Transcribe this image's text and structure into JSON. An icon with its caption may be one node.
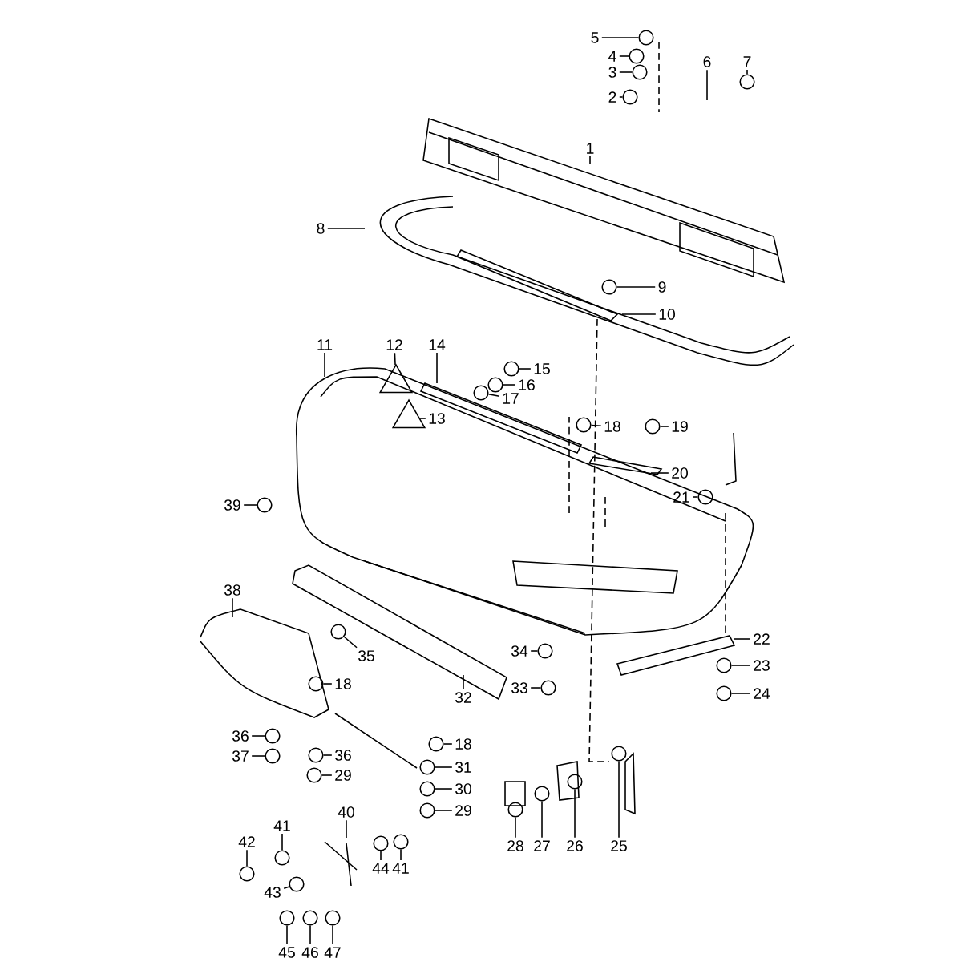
{
  "diagram": {
    "nodes": [
      {
        "text": [
          "1"
        ]
      },
      {
        "text": [
          "2"
        ]
      },
      {
        "text": [
          "3"
        ]
      },
      {
        "text": [
          "4"
        ]
      },
      {
        "text": [
          "5"
        ]
      },
      {
        "text": [
          "6"
        ]
      },
      {
        "text": [
          "7"
        ]
      },
      {
        "text": [
          "8"
        ]
      },
      {
        "text": [
          "9"
        ]
      },
      {
        "text": [
          "10"
        ]
      },
      {
        "text": [
          "11"
        ]
      },
      {
        "text": [
          "12"
        ]
      },
      {
        "text": [
          "13"
        ]
      },
      {
        "text": [
          "14"
        ]
      },
      {
        "text": [
          "15"
        ]
      },
      {
        "text": [
          "16"
        ]
      },
      {
        "text": [
          "17"
        ]
      },
      {
        "text": [
          "18"
        ]
      },
      {
        "text": [
          "19"
        ]
      },
      {
        "text": [
          "20"
        ]
      },
      {
        "text": [
          "21"
        ]
      },
      {
        "text": [
          "39"
        ]
      },
      {
        "text": [
          "38"
        ]
      },
      {
        "text": [
          "35"
        ]
      },
      {
        "text": [
          "22"
        ]
      },
      {
        "text": [
          "34"
        ]
      },
      {
        "text": [
          "23"
        ]
      },
      {
        "text": [
          "18"
        ]
      },
      {
        "text": [
          "32"
        ]
      },
      {
        "text": [
          "33"
        ]
      },
      {
        "text": [
          "24"
        ]
      },
      {
        "text": [
          "36"
        ]
      },
      {
        "text": [
          "18"
        ]
      },
      {
        "text": [
          "37"
        ]
      },
      {
        "text": [
          "36"
        ]
      },
      {
        "text": [
          "31"
        ]
      },
      {
        "text": [
          "29"
        ]
      },
      {
        "text": [
          "30"
        ]
      },
      {
        "text": [
          "29"
        ]
      },
      {
        "text": [
          "40"
        ]
      },
      {
        "text": [
          "41"
        ]
      },
      {
        "text": [
          "42"
        ]
      },
      {
        "text": [
          "44"
        ]
      },
      {
        "text": [
          "41"
        ]
      },
      {
        "text": [
          "28"
        ]
      },
      {
        "text": [
          "27"
        ]
      },
      {
        "text": [
          "26"
        ]
      },
      {
        "text": [
          "25"
        ]
      },
      {
        "text": [
          "43"
        ]
      },
      {
        "text": [
          "45"
        ]
      },
      {
        "text": [
          "46"
        ]
      },
      {
        "text": [
          "47"
        ]
      },
      {
        "text": [],
        "shape": "circle"
      },
      {
        "text": [],
        "shape": "circle"
      },
      {
        "text": [],
        "shape": "circle"
      },
      {
        "text": [],
        "shape": "circle"
      },
      {
        "text": [],
        "shape": "circle"
      },
      {
        "text": [],
        "shape": "circle"
      },
      {
        "text": [],
        "shape": "triangle"
      },
      {
        "text": [],
        "shape": "triangle"
      },
      {
        "text": [],
        "shape": "circle"
      },
      {
        "text": [],
        "shape": "circle"
      },
      {
        "text": [],
        "shape": "circle"
      },
      {
        "text": [],
        "shape": "circle"
      },
      {
        "text": [],
        "shape": "circle"
      },
      {
        "text": [],
        "shape": "circle"
      },
      {
        "text": [],
        "shape": "circle"
      },
      {
        "text": [],
        "shape": "circle"
      },
      {
        "text": [],
        "shape": "circle"
      },
      {
        "text": [],
        "shape": "circle"
      },
      {
        "text": [],
        "shape": "circle"
      },
      {
        "text": [],
        "shape": "circle"
      },
      {
        "text": [],
        "shape": "circle"
      },
      {
        "text": [],
        "shape": "circle"
      },
      {
        "text": [],
        "shape": "circle"
      },
      {
        "text": [],
        "shape": "circle"
      },
      {
        "text": [],
        "shape": "circle"
      },
      {
        "text": [],
        "shape": "circle"
      },
      {
        "text": [],
        "shape": "circle"
      },
      {
        "text": [],
        "shape": "circle"
      },
      {
        "text": [],
        "shape": "circle"
      },
      {
        "text": [],
        "shape": "circle"
      },
      {
        "text": [],
        "shape": "circle"
      },
      {
        "text": [],
        "shape": "circle"
      },
      {
        "text": [],
        "shape": "circle"
      },
      {
        "text": [],
        "shape": "circle"
      },
      {
        "text": [],
        "shape": "circle"
      },
      {
        "text": [],
        "shape": "circle"
      },
      {
        "text": [],
        "shape": "circle"
      },
      {
        "text": [],
        "shape": "circle"
      },
      {
        "text": [],
        "shape": "circle"
      },
      {
        "text": [],
        "shape": "circle"
      },
      {
        "text": [],
        "shape": "circle"
      }
    ],
    "edges": [
      {
        "from": 0,
        "to": null,
        "arrow": "none"
      },
      {
        "from": 1,
        "to": 52,
        "arrow": "none"
      },
      {
        "from": 2,
        "to": 53,
        "arrow": "none"
      },
      {
        "from": 3,
        "to": 54,
        "arrow": "none"
      },
      {
        "from": 4,
        "to": 55,
        "arrow": "none"
      },
      {
        "from": 5,
        "to": null,
        "arrow": "none"
      },
      {
        "from": 6,
        "to": 56,
        "arrow": "none"
      },
      {
        "from": 7,
        "to": null,
        "arrow": "none"
      },
      {
        "from": 8,
        "to": 57,
        "arrow": "none"
      },
      {
        "from": 9,
        "to": null,
        "arrow": "none"
      },
      {
        "from": 10,
        "to": null,
        "arrow": "none"
      },
      {
        "from": 11,
        "to": 58,
        "arrow": "none"
      },
      {
        "from": 12,
        "to": 59,
        "arrow": "none"
      },
      {
        "from": 13,
        "to": null,
        "arrow": "none"
      },
      {
        "from": 14,
        "to": 60,
        "arrow": "none"
      },
      {
        "from": 15,
        "to": 61,
        "arrow": "none"
      },
      {
        "from": 16,
        "to": 62,
        "arrow": "none"
      },
      {
        "from": 17,
        "to": 63,
        "arrow": "none"
      },
      {
        "from": 18,
        "to": 64,
        "arrow": "none"
      },
      {
        "from": 19,
        "to": null,
        "arrow": "none"
      },
      {
        "from": 20,
        "to": 65,
        "arrow": "none"
      },
      {
        "from": 21,
        "to": 66,
        "arrow": "none"
      },
      {
        "from": 22,
        "to": null,
        "arrow": "none"
      },
      {
        "from": 23,
        "to": 67,
        "arrow": "none"
      },
      {
        "from": 24,
        "to": null,
        "arrow": "none"
      },
      {
        "from": 25,
        "to": 68,
        "arrow": "none"
      },
      {
        "from": 26,
        "to": 69,
        "arrow": "none"
      },
      {
        "from": 27,
        "to": 70,
        "arrow": "none"
      },
      {
        "from": 28,
        "to": null,
        "arrow": "none"
      },
      {
        "from": 29,
        "to": 71,
        "arrow": "none"
      },
      {
        "from": 30,
        "to": 72,
        "arrow": "none"
      },
      {
        "from": 31,
        "to": 73,
        "arrow": "none"
      },
      {
        "from": 32,
        "to": 74,
        "arrow": "none"
      },
      {
        "from": 33,
        "to": 75,
        "arrow": "none"
      },
      {
        "from": 34,
        "to": 76,
        "arrow": "none"
      },
      {
        "from": 35,
        "to": 77,
        "arrow": "none"
      },
      {
        "from": 36,
        "to": 78,
        "arrow": "none"
      },
      {
        "from": 37,
        "to": 79,
        "arrow": "none"
      },
      {
        "from": 38,
        "to": 80,
        "arrow": "none"
      },
      {
        "from": 39,
        "to": null,
        "arrow": "none"
      },
      {
        "from": 40,
        "to": 81,
        "arrow": "none"
      },
      {
        "from": 41,
        "to": 82,
        "arrow": "none"
      },
      {
        "from": 42,
        "to": 83,
        "arrow": "none"
      },
      {
        "from": 43,
        "to": 84,
        "arrow": "none"
      },
      {
        "from": 44,
        "to": 85,
        "arrow": "none"
      },
      {
        "from": 45,
        "to": 86,
        "arrow": "none"
      },
      {
        "from": 46,
        "to": 87,
        "arrow": "none"
      },
      {
        "from": 47,
        "to": 88,
        "arrow": "none"
      },
      {
        "from": 48,
        "to": 89,
        "arrow": "none"
      },
      {
        "from": 49,
        "to": 90,
        "arrow": "none"
      },
      {
        "from": 50,
        "to": 91,
        "arrow": "none"
      },
      {
        "from": 51,
        "to": 92,
        "arrow": "none"
      }
    ]
  }
}
